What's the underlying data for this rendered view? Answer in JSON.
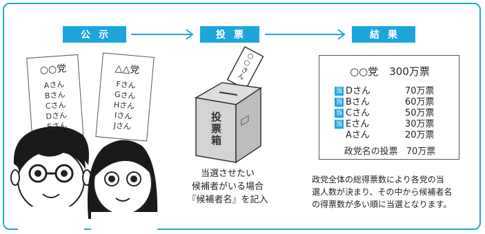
{
  "steps": {
    "announce": "公示",
    "vote": "投票",
    "result": "結果"
  },
  "lists": {
    "party_a": {
      "name": "○○党",
      "candidates": [
        "Aさん",
        "Bさん",
        "Cさん",
        "Dさん",
        "Eさん"
      ]
    },
    "party_b": {
      "name": "△△党",
      "candidates": [
        "Fさん",
        "Gさん",
        "Hさん",
        "Iさん",
        "Jさん"
      ]
    }
  },
  "ballot": {
    "slip_text": "○○さん",
    "box_label": "投票箱"
  },
  "vote_caption": [
    "当選させたい",
    "候補者がいる場合",
    "『候補者名』を記入"
  ],
  "result": {
    "party": "○○党",
    "total": "300万票",
    "win_mark": "当",
    "rows": [
      {
        "name": "Dさん",
        "votes": "70万票",
        "elected": true
      },
      {
        "name": "Bさん",
        "votes": "60万票",
        "elected": true
      },
      {
        "name": "Cさん",
        "votes": "50万票",
        "elected": true
      },
      {
        "name": "Eさん",
        "votes": "30万票",
        "elected": true
      },
      {
        "name": "Aさん",
        "votes": "20万票",
        "elected": false
      }
    ],
    "party_vote_label": "政党名の投票",
    "party_vote": "70万票"
  },
  "result_note": [
    "政党全体の総得票数により各党の当",
    "選人数が決まり、その中から候補者名",
    "の得票数が多い順に当選となります。"
  ],
  "colors": {
    "accent": "#1ea6dc",
    "line": "#333333",
    "box_gray": "#cfcfcf"
  }
}
